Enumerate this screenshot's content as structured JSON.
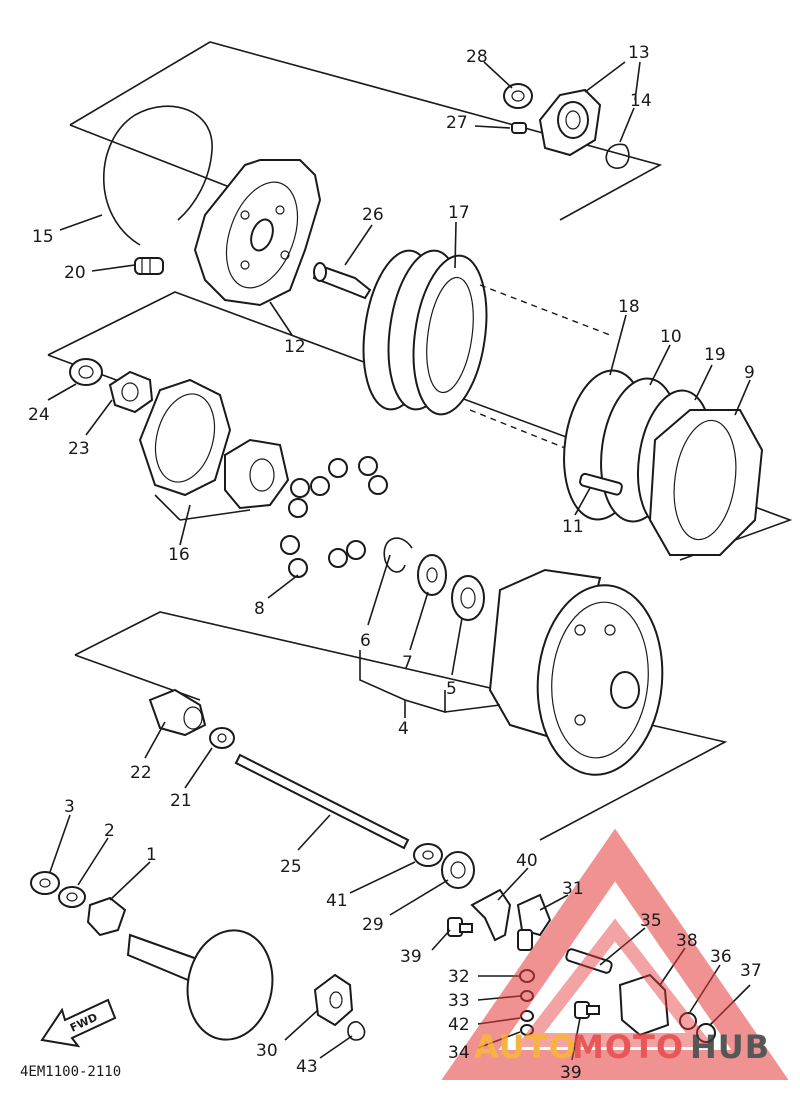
{
  "diagram": {
    "code_label": "4EM1100-2110",
    "fwd_label": "FWD",
    "watermark": {
      "auto": "AUTO",
      "moto": "MOTO",
      "hub": "HUB",
      "color_red": "#e53a3a",
      "color_orange": "#f5a623",
      "color_dark": "#3a3a3a"
    },
    "callouts": {
      "c1": "1",
      "c2": "2",
      "c3": "3",
      "c4": "4",
      "c5": "5",
      "c6": "6",
      "c7": "7",
      "c8": "8",
      "c9": "9",
      "c10": "10",
      "c11": "11",
      "c12": "12",
      "c13": "13",
      "c14": "14",
      "c15": "15",
      "c16": "16",
      "c17": "17",
      "c18": "18",
      "c19": "19",
      "c20": "20",
      "c21": "21",
      "c22": "22",
      "c23": "23",
      "c24": "24",
      "c25": "25",
      "c26": "26",
      "c27": "27",
      "c28": "28",
      "c29": "29",
      "c30": "30",
      "c31": "31",
      "c32": "32",
      "c33": "33",
      "c34": "34",
      "c35": "35",
      "c36": "36",
      "c37": "37",
      "c38": "38",
      "c39a": "39",
      "c39b": "39",
      "c40": "40",
      "c41": "41",
      "c42": "42",
      "c43": "43"
    }
  }
}
